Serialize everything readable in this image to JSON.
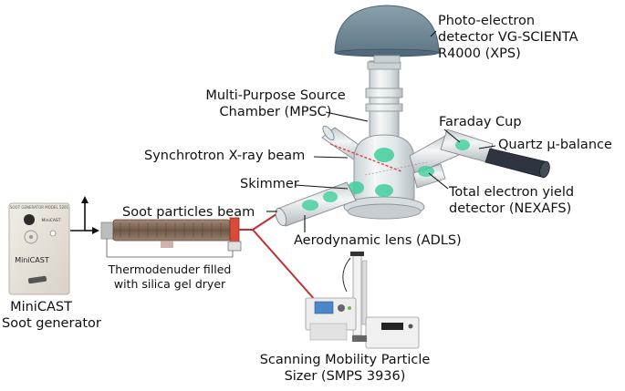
{
  "labels": {
    "detector_line1": "Photo-electron",
    "detector_line2": "detector VG-SCIENTA",
    "detector_line3": "R4000 (XPS)",
    "mpsc_line1": "Multi-Purpose Source",
    "mpsc_line2": "Chamber (MPSC)",
    "faraday": "Faraday Cup",
    "quartz": "Quartz µ-balance",
    "synchrotron": "Synchrotron X-ray beam",
    "skimmer": "Skimmer",
    "tey_line1": "Total electron yield",
    "tey_line2": "detector (NEXAFS)",
    "soot_beam": "Soot particles beam",
    "adls": "Aerodynamic lens (ADLS)",
    "thermo_line1": "Thermodenuder filled",
    "thermo_line2": "with silica gel dryer",
    "minicast_line1": "MiniCAST",
    "minicast_line2": "Soot generator",
    "smps_line1": "Scanning Mobility Particle",
    "smps_line2": "Sizer (SMPS 3936)"
  },
  "device_text": {
    "minicast_header": "SOOT GENERATOR MODEL 5201",
    "minicast_brand": "MiniCAST",
    "minicast_name": "MiniCAST"
  },
  "colors": {
    "dome": "#6e8796",
    "glass": "#e9eef0",
    "beam_green": "#3fce9a",
    "xray_red": "#e04040",
    "quartz_dark": "#2e3440",
    "thermodenuder": "#8a7060",
    "connector_red": "#c03030"
  }
}
